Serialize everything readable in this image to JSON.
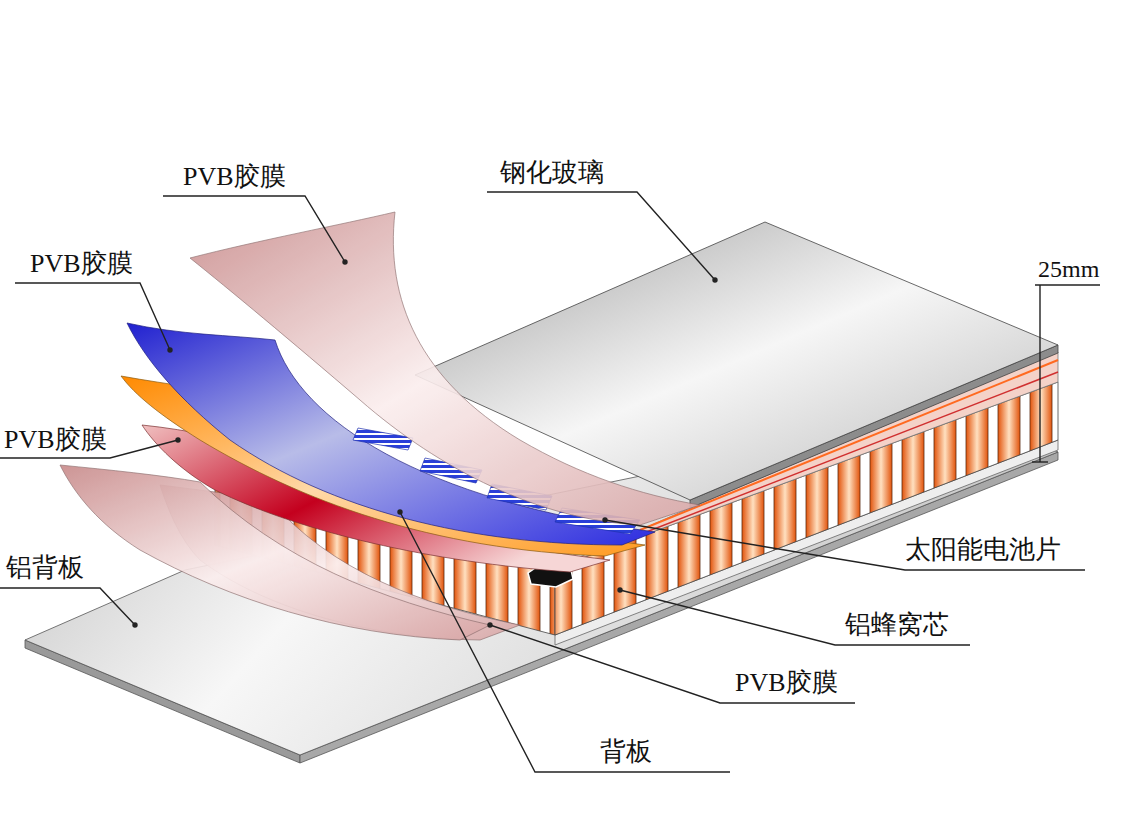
{
  "diagram": {
    "labels": [
      "PVB胶膜",
      "钢化玻璃",
      "PVB胶膜",
      "25mm",
      "PVB胶膜",
      "太阳能电池片",
      "铝背板",
      "铝蜂窝芯",
      "PVB胶膜",
      "背板"
    ]
  }
}
